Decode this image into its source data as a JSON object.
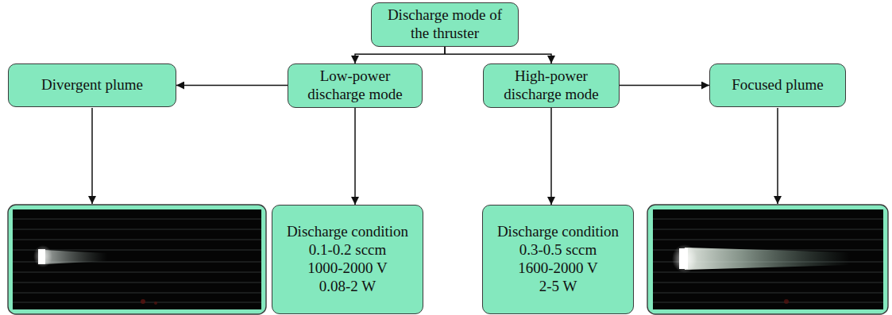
{
  "diagram": {
    "nodes": [
      {
        "text": [
          "Discharge mode of the thruster"
        ]
      },
      {
        "text": [
          "Divergent plume"
        ]
      },
      {
        "text": [
          "Low-power discharge mode"
        ]
      },
      {
        "text": [
          "High-power discharge mode"
        ]
      },
      {
        "text": [
          "Focused plume"
        ]
      },
      {
        "text": [
          "Discharge condition",
          "0.1-0.2 sccm",
          "1000-2000 V",
          "0.08-2 W"
        ]
      },
      {
        "text": [
          "Discharge condition",
          "0.3-0.5 sccm",
          "1600-2000 V",
          "2-5 W"
        ]
      }
    ],
    "edges": [
      {
        "from": 0,
        "to": 2,
        "arrow": "to"
      },
      {
        "from": 0,
        "to": 3,
        "arrow": "to"
      },
      {
        "from": 2,
        "to": 1,
        "arrow": "to"
      },
      {
        "from": 3,
        "to": 4,
        "arrow": "to"
      },
      {
        "from": 2,
        "to": 5,
        "arrow": "to"
      },
      {
        "from": 3,
        "to": 6,
        "arrow": "to"
      }
    ]
  }
}
